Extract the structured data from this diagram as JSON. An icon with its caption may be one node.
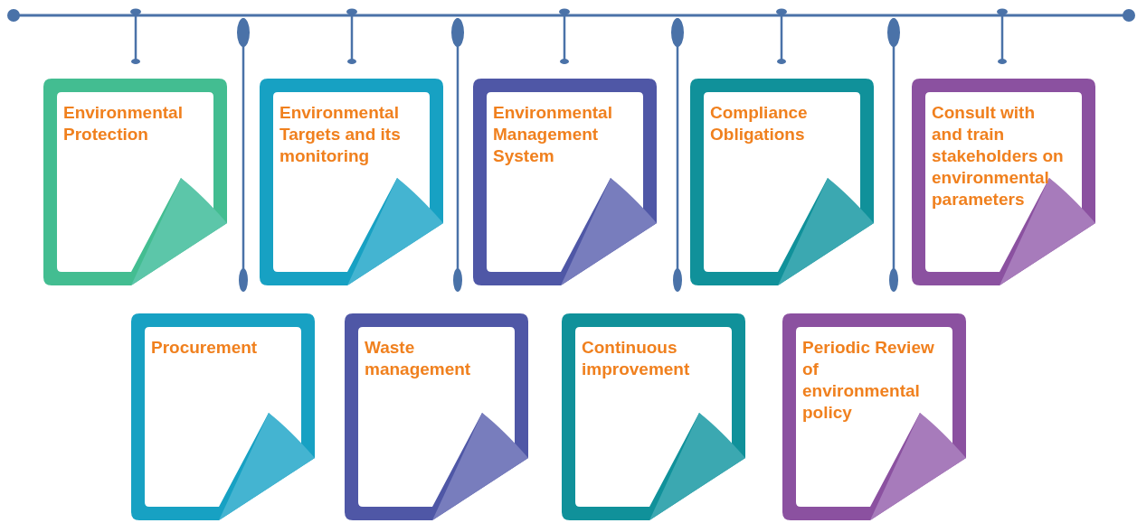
{
  "diagram": {
    "nodes": [
      {
        "text": [
          "Environmental Protection"
        ]
      },
      {
        "text": [
          "Environmental Targets and its monitoring"
        ]
      },
      {
        "text": [
          "Environmental Management System"
        ]
      },
      {
        "text": [
          "Compliance Obligations"
        ]
      },
      {
        "text": [
          "Consult with and train stakeholders on environmental parameters"
        ]
      },
      {
        "text": [
          "Procurement"
        ]
      },
      {
        "text": [
          "Waste management"
        ]
      },
      {
        "text": [
          "Continuous improvement"
        ]
      },
      {
        "text": [
          "Periodic Review of environmental policy"
        ]
      }
    ],
    "edges": []
  }
}
